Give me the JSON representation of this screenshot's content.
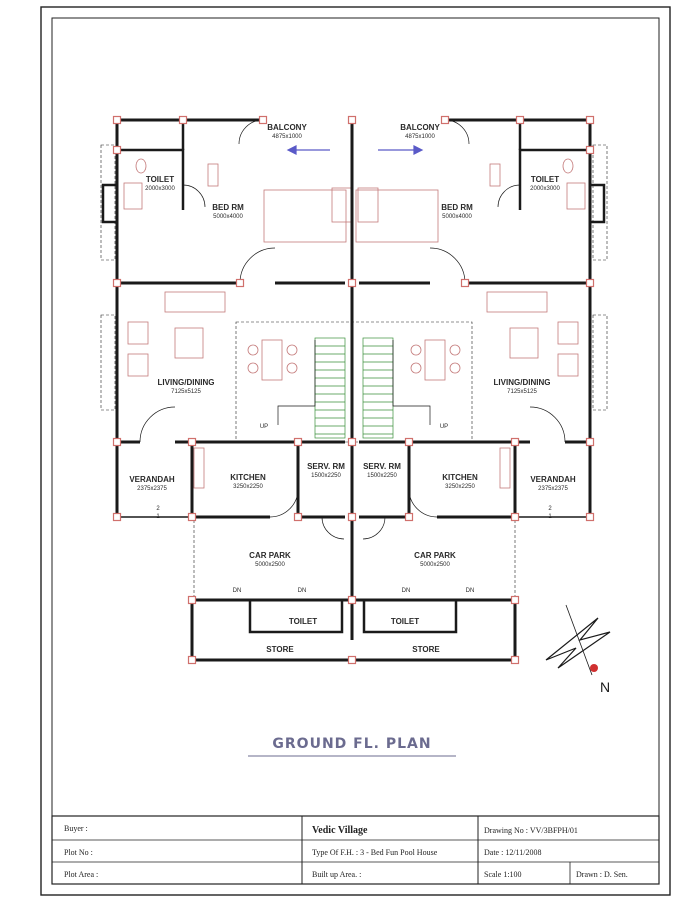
{
  "plan": {
    "title": "GROUND FL. PLAN",
    "left_unit": {
      "balcony": {
        "name": "BALCONY",
        "dim": "4875x1000"
      },
      "toilet": {
        "name": "TOILET",
        "dim": "2000x3000"
      },
      "bedroom": {
        "name": "BED RM",
        "dim": "5000x4000"
      },
      "living": {
        "name": "LIVING/DINING",
        "dim": "7125x5125"
      },
      "verandah": {
        "name": "VERANDAH",
        "dim": "2375x2375"
      },
      "kitchen": {
        "name": "KITCHEN",
        "dim": "3250x2250"
      },
      "serv": {
        "name": "SERV. RM",
        "dim": "1500x2250"
      },
      "carpark": {
        "name": "CAR PARK",
        "dim": "5000x2500"
      },
      "toilet2": {
        "name": "TOILET"
      },
      "store": {
        "name": "STORE"
      },
      "up": "UP",
      "dn1": "DN",
      "dn2": "DN",
      "step1": "2",
      "step2": "1"
    },
    "right_unit": {
      "balcony": {
        "name": "BALCONY",
        "dim": "4875x1000"
      },
      "toilet": {
        "name": "TOILET",
        "dim": "2000x3000"
      },
      "bedroom": {
        "name": "BED RM",
        "dim": "5000x4000"
      },
      "living": {
        "name": "LIVING/DINING",
        "dim": "7125x5125"
      },
      "verandah": {
        "name": "VERANDAH",
        "dim": "2375x2375"
      },
      "kitchen": {
        "name": "KITCHEN",
        "dim": "3250x2250"
      },
      "serv": {
        "name": "SERV. RM",
        "dim": "1500x2250"
      },
      "carpark": {
        "name": "CAR PARK",
        "dim": "5000x2500"
      },
      "toilet2": {
        "name": "TOILET"
      },
      "store": {
        "name": "STORE"
      },
      "up": "UP",
      "dn1": "DN",
      "dn2": "DN",
      "step1": "2",
      "step2": "1"
    },
    "north": "N"
  },
  "title_block": {
    "buyer": "Buyer :",
    "plot_no": "Plot No :",
    "plot_area": "Plot Area :",
    "project": "Vedic Village",
    "type": "Type Of F.H. : 3 - Bed Fun Pool House",
    "built_up": "Built up Area. :",
    "drawing_no": "Drawing No : VV/3BFPH/01",
    "date": "Date : 12/11/2008",
    "scale": "Scale 1:100",
    "drawn": "Drawn : D. Sen."
  },
  "colors": {
    "wall": "#1a1a1a",
    "column": "#d0706c",
    "furniture": "#c47a7a",
    "stair": "#3a8f3a",
    "pink_line": "#e39a9a",
    "title": "#6b6b8f"
  }
}
